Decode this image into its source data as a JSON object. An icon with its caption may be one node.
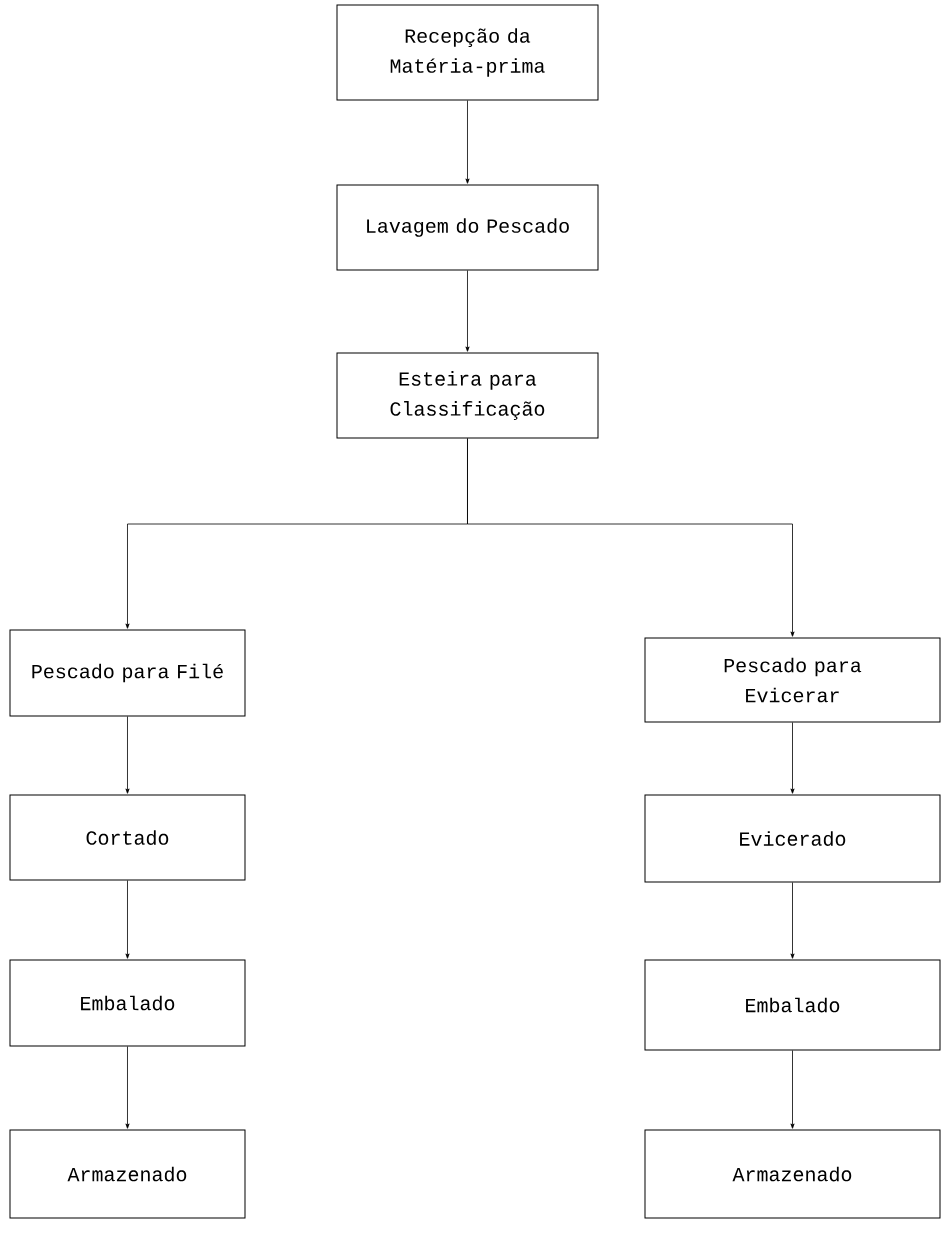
{
  "diagram": {
    "nodes": [
      {
        "text": [
          "Recepção da Matéria-prima"
        ]
      },
      {
        "text": [
          "Lavagem do Pescado"
        ]
      },
      {
        "text": [
          "Esteira para Classificação"
        ]
      },
      {
        "text": [
          "Pescado para Filé"
        ]
      },
      {
        "text": [
          "Pescado para Evicerar"
        ]
      },
      {
        "text": [
          "Cortado"
        ]
      },
      {
        "text": [
          "Evicerado"
        ]
      },
      {
        "text": [
          "Embalado"
        ]
      },
      {
        "text": [
          "Embalado"
        ]
      },
      {
        "text": [
          "Armazenado"
        ]
      },
      {
        "text": [
          "Armazenado"
        ]
      }
    ],
    "edges": [
      {
        "from": 0,
        "to": 1,
        "arrow": "to"
      },
      {
        "from": 1,
        "to": 2,
        "arrow": "to"
      },
      {
        "from": 2,
        "to": 3,
        "arrow": "to"
      },
      {
        "from": 2,
        "to": 4,
        "arrow": "to"
      },
      {
        "from": 3,
        "to": 5,
        "arrow": "to"
      },
      {
        "from": 5,
        "to": 7,
        "arrow": "to"
      },
      {
        "from": 7,
        "to": 9,
        "arrow": "to"
      },
      {
        "from": 4,
        "to": 6,
        "arrow": "to"
      },
      {
        "from": 6,
        "to": 8,
        "arrow": "to"
      },
      {
        "from": 8,
        "to": 10,
        "arrow": "to"
      }
    ]
  }
}
